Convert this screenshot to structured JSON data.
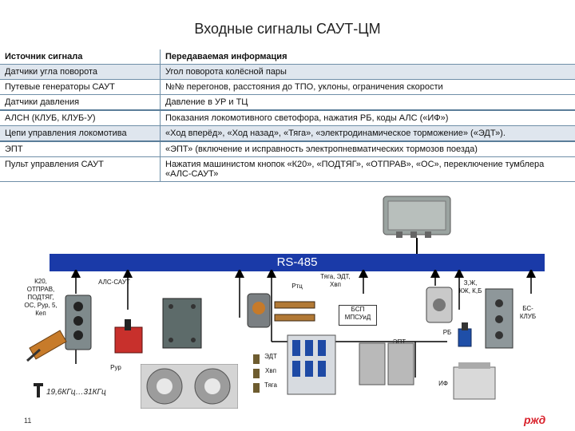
{
  "title": "Входные сигналы САУТ-ЦМ",
  "table": {
    "header": [
      "Источник сигнала",
      "Передаваемая информация"
    ],
    "rows": [
      [
        "Датчики угла поворота",
        "Угол поворота колёсной пары"
      ],
      [
        "Путевые генераторы САУТ",
        "№№ перегонов, расстояния до ТПО, уклоны, ограничения скорости"
      ],
      [
        "Датчики давления",
        "Давление в УР и ТЦ"
      ],
      [
        "АЛСН (КЛУБ, КЛУБ-У)",
        "Показания локомотивного светофора, нажатия РБ, коды АЛС («ИФ»)"
      ],
      [
        "Цепи управления локомотива",
        "«Ход вперёд», «Ход назад», «Тяга», «электродинамическое торможение» («ЭДТ»)."
      ],
      [
        "ЭПТ",
        "«ЭПТ» (включение и исправность электропневматических тормозов поезда)"
      ],
      [
        "Пульт управления САУТ",
        "Нажатия машинистом кнопок «К20», «ПОДТЯГ», «ОТПРАВ», «ОС», переключение тумблера «АЛС-САУТ»"
      ]
    ]
  },
  "bus_label": "RS-485",
  "labels": {
    "buttons": "К20, ОТПРАВ, ПОДТЯГ, ОС, Рур, 5, Кеп",
    "als_saut": "АЛС-САУТ",
    "rtc": "Ртц",
    "traction": "Тяга, ЭДТ, Хвп",
    "bsp": "БСП МПСУиД",
    "zh": "З,Ж, КЖ, К,Б",
    "bs_klub": "БС-КЛУБ",
    "rb": "РБ",
    "ept": "ЭПТ",
    "edt": "ЭДТ",
    "hvp": "Хвп",
    "tyaga": "Тяга",
    "rur": "Рур",
    "if": "ИФ",
    "freq": "19,6КГц…31КГц"
  },
  "page_number": "11",
  "logo": "ржд"
}
